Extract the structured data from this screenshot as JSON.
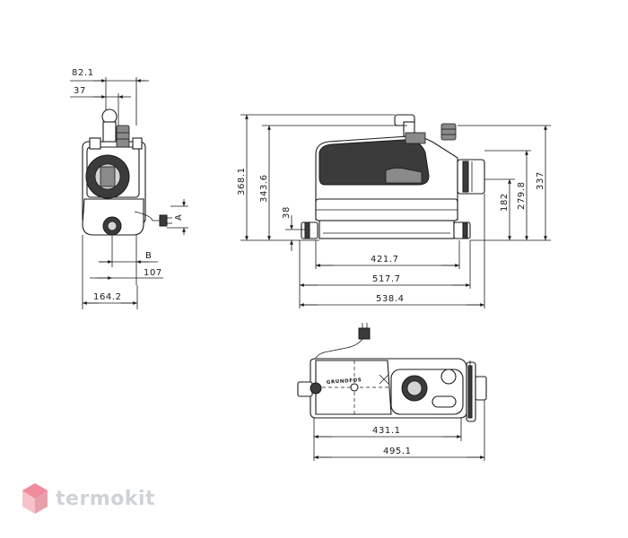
{
  "side_view": {
    "dims": {
      "top_width": "82.1",
      "top_offset": "37",
      "label_a": "A",
      "label_b": "B",
      "offset_107": "107",
      "base_width": "164.2"
    }
  },
  "front_view": {
    "dims": {
      "height_368": "368.1",
      "height_343": "343.6",
      "height_38": "38",
      "height_337": "337",
      "height_279": "279.8",
      "height_182": "182",
      "width_421": "421.7",
      "width_517": "517.7",
      "width_538": "538.4"
    }
  },
  "top_view": {
    "brand": "GRUNDFOS",
    "dims": {
      "width_431": "431.1",
      "width_495": "495.1"
    }
  },
  "watermark": {
    "text": "termokit",
    "colors": {
      "logo": "#f28b9b",
      "text": "#cfd3d8"
    }
  }
}
